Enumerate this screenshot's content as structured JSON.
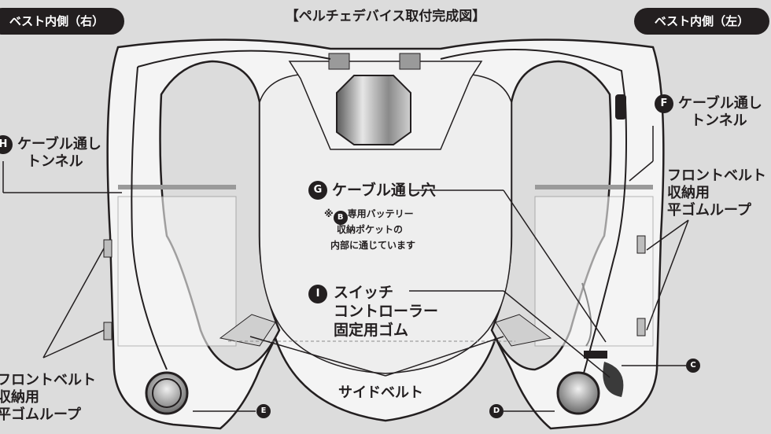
{
  "title": "【ペルチェデバイス取付完成図】",
  "header": {
    "right_side_label": "ベスト内側（右）",
    "left_side_label": "ベスト内側（左）"
  },
  "callouts": {
    "H": {
      "marker": "H",
      "lines": [
        "ケーブル通し",
        "トンネル"
      ]
    },
    "F": {
      "marker": "F",
      "lines": [
        "ケーブル通し",
        "トンネル"
      ]
    },
    "G": {
      "marker": "G",
      "label": "ケーブル通し穴",
      "note_marker": "B",
      "note_lines": [
        "※",
        "専用バッテリー",
        "収納ポケットの",
        "内部に通じています"
      ]
    },
    "I": {
      "marker": "I",
      "lines": [
        "スイッチ",
        "コントローラー",
        "固定用ゴム"
      ]
    },
    "front_belt_right": {
      "lines": [
        "フロントベルト",
        "収納用",
        "平ゴムループ"
      ]
    },
    "front_belt_left": {
      "lines": [
        "フロントベルト",
        "収納用",
        "平ゴムループ"
      ]
    },
    "side_belt": "サイドベルト",
    "C": "C",
    "D": "D",
    "E": "E"
  }
}
